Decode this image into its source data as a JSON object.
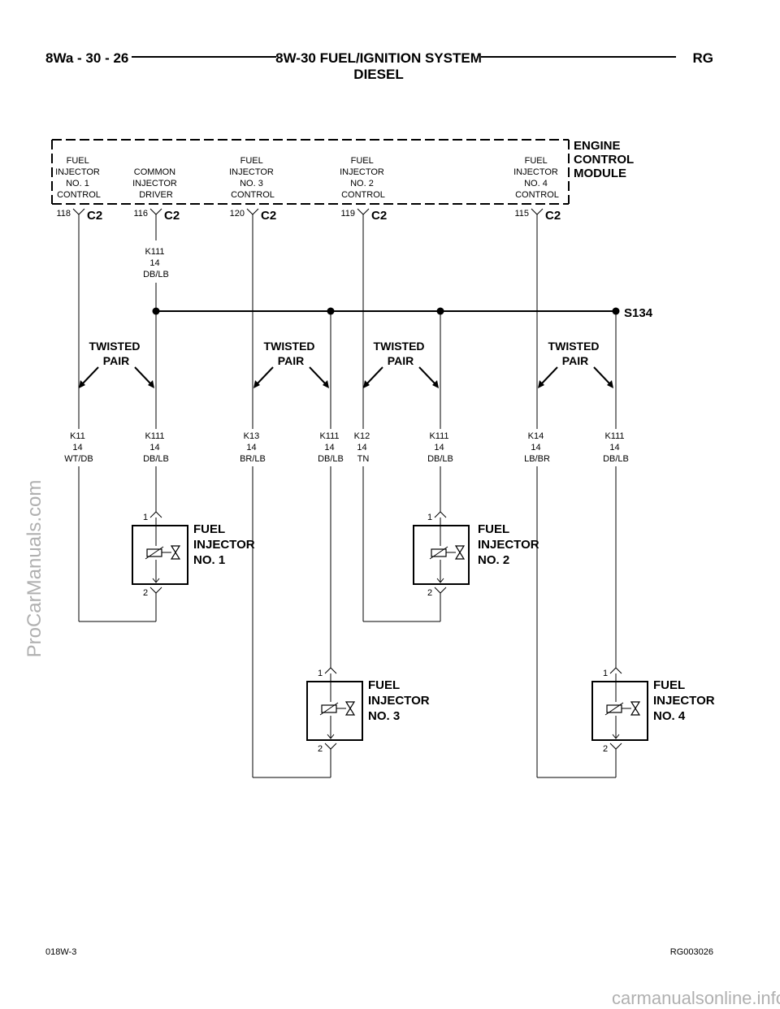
{
  "header": {
    "left": "8Wa - 30 - 26",
    "title_line1": "8W-30 FUEL/IGNITION SYSTEM",
    "title_line2": "DIESEL",
    "right": "RG"
  },
  "module": {
    "name_lines": [
      "ENGINE",
      "CONTROL",
      "MODULE"
    ],
    "functions": [
      [
        "FUEL",
        "INJECTOR",
        "NO. 1",
        "CONTROL"
      ],
      [
        "COMMON",
        "INJECTOR",
        "DRIVER"
      ],
      [
        "FUEL",
        "INJECTOR",
        "NO. 3",
        "CONTROL"
      ],
      [
        "FUEL",
        "INJECTOR",
        "NO. 2",
        "CONTROL"
      ],
      [
        "FUEL",
        "INJECTOR",
        "NO. 4",
        "CONTROL"
      ]
    ],
    "pins": [
      "118",
      "116",
      "120",
      "119",
      "115"
    ],
    "connector": "C2"
  },
  "common_wire": [
    "K111",
    "14",
    "DB/LB"
  ],
  "splice": "S134",
  "twisted_pair": [
    "TWISTED",
    "PAIR"
  ],
  "wires": [
    [
      "K11",
      "14",
      "WT/DB"
    ],
    [
      "K111",
      "14",
      "DB/LB"
    ],
    [
      "K13",
      "14",
      "BR/LB"
    ],
    [
      "K111",
      "14",
      "DB/LB"
    ],
    [
      "K12",
      "14",
      "TN"
    ],
    [
      "K111",
      "14",
      "DB/LB"
    ],
    [
      "K14",
      "14",
      "LB/BR"
    ],
    [
      "K111",
      "14",
      "DB/LB"
    ]
  ],
  "injectors": [
    {
      "name_lines": [
        "FUEL",
        "INJECTOR",
        "NO. 1"
      ],
      "pin_top": "1",
      "pin_bottom": "2"
    },
    {
      "name_lines": [
        "FUEL",
        "INJECTOR",
        "NO. 2"
      ],
      "pin_top": "1",
      "pin_bottom": "2"
    },
    {
      "name_lines": [
        "FUEL",
        "INJECTOR",
        "NO. 3"
      ],
      "pin_top": "1",
      "pin_bottom": "2"
    },
    {
      "name_lines": [
        "FUEL",
        "INJECTOR",
        "NO. 4"
      ],
      "pin_top": "1",
      "pin_bottom": "2"
    }
  ],
  "footer": {
    "left": "018W-3",
    "right": "RG003026"
  },
  "watermarks": {
    "side": "ProCarManuals.com",
    "bottom": "carmanualsonline.info"
  }
}
